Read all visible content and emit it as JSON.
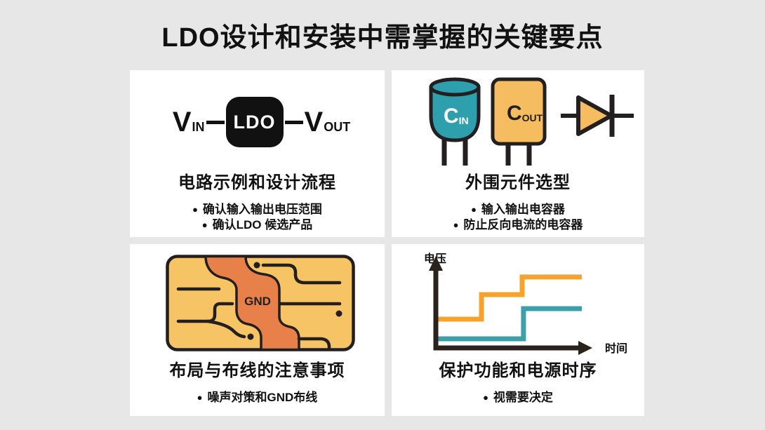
{
  "page": {
    "title": "LDO设计和安装中需掌握的关键要点",
    "background_color": "#e7e7e7",
    "panel_color": "#ffffff",
    "ink_color": "#231F20"
  },
  "ui": {
    "bullet_marker": "●"
  },
  "panels": {
    "circuit": {
      "title": "电路示例和设计流程",
      "bullets": [
        "确认输入输出电压范围",
        "确认LDO 候选产品"
      ],
      "diagram": {
        "vin_main": "V",
        "vin_sub": "IN",
        "block_label": "LDO",
        "vout_main": "V",
        "vout_sub": "OUT"
      }
    },
    "components": {
      "title": "外围元件选型",
      "bullets": [
        "输入输出电容器",
        "防止反向电流的电容器"
      ],
      "diagram": {
        "cin_main": "C",
        "cin_sub": "IN",
        "cout_main": "C",
        "cout_sub": "OUT",
        "cin_color": "#2E9FAC",
        "cout_color": "#F5BC60",
        "diode_fill": "#F5BC60"
      }
    },
    "layout": {
      "title": "布局与布线的注意事项",
      "bullets": [
        "噪声对策和GND布线"
      ],
      "diagram": {
        "gnd_label": "GND",
        "board_color": "#F6C464",
        "gnd_plane_color": "#E8804A"
      }
    },
    "sequencing": {
      "title": "保护功能和电源时序",
      "bullets": [
        "视需要决定"
      ]
    }
  },
  "chart_data": {
    "type": "line",
    "title": "保护功能和电源时序",
    "xlabel": "时间",
    "ylabel": "电压",
    "axes_numeric": false,
    "grid": false,
    "legend": "none",
    "note": "staircase power-sequencing waveforms; coordinates are fractions of axis length (x) and axis height (y)",
    "series": [
      {
        "name": "orange-staircase",
        "color": "#F6A32C",
        "points": [
          [
            0,
            0.283
          ],
          [
            0.296,
            0.283
          ],
          [
            0.296,
            0.524
          ],
          [
            0.568,
            0.524
          ],
          [
            0.568,
            0.697
          ],
          [
            0.967,
            0.697
          ]
        ]
      },
      {
        "name": "teal-staircase",
        "color": "#3BA0AA",
        "points": [
          [
            0,
            0.09
          ],
          [
            0.577,
            0.09
          ],
          [
            0.577,
            0.386
          ],
          [
            0.967,
            0.386
          ]
        ]
      }
    ]
  }
}
